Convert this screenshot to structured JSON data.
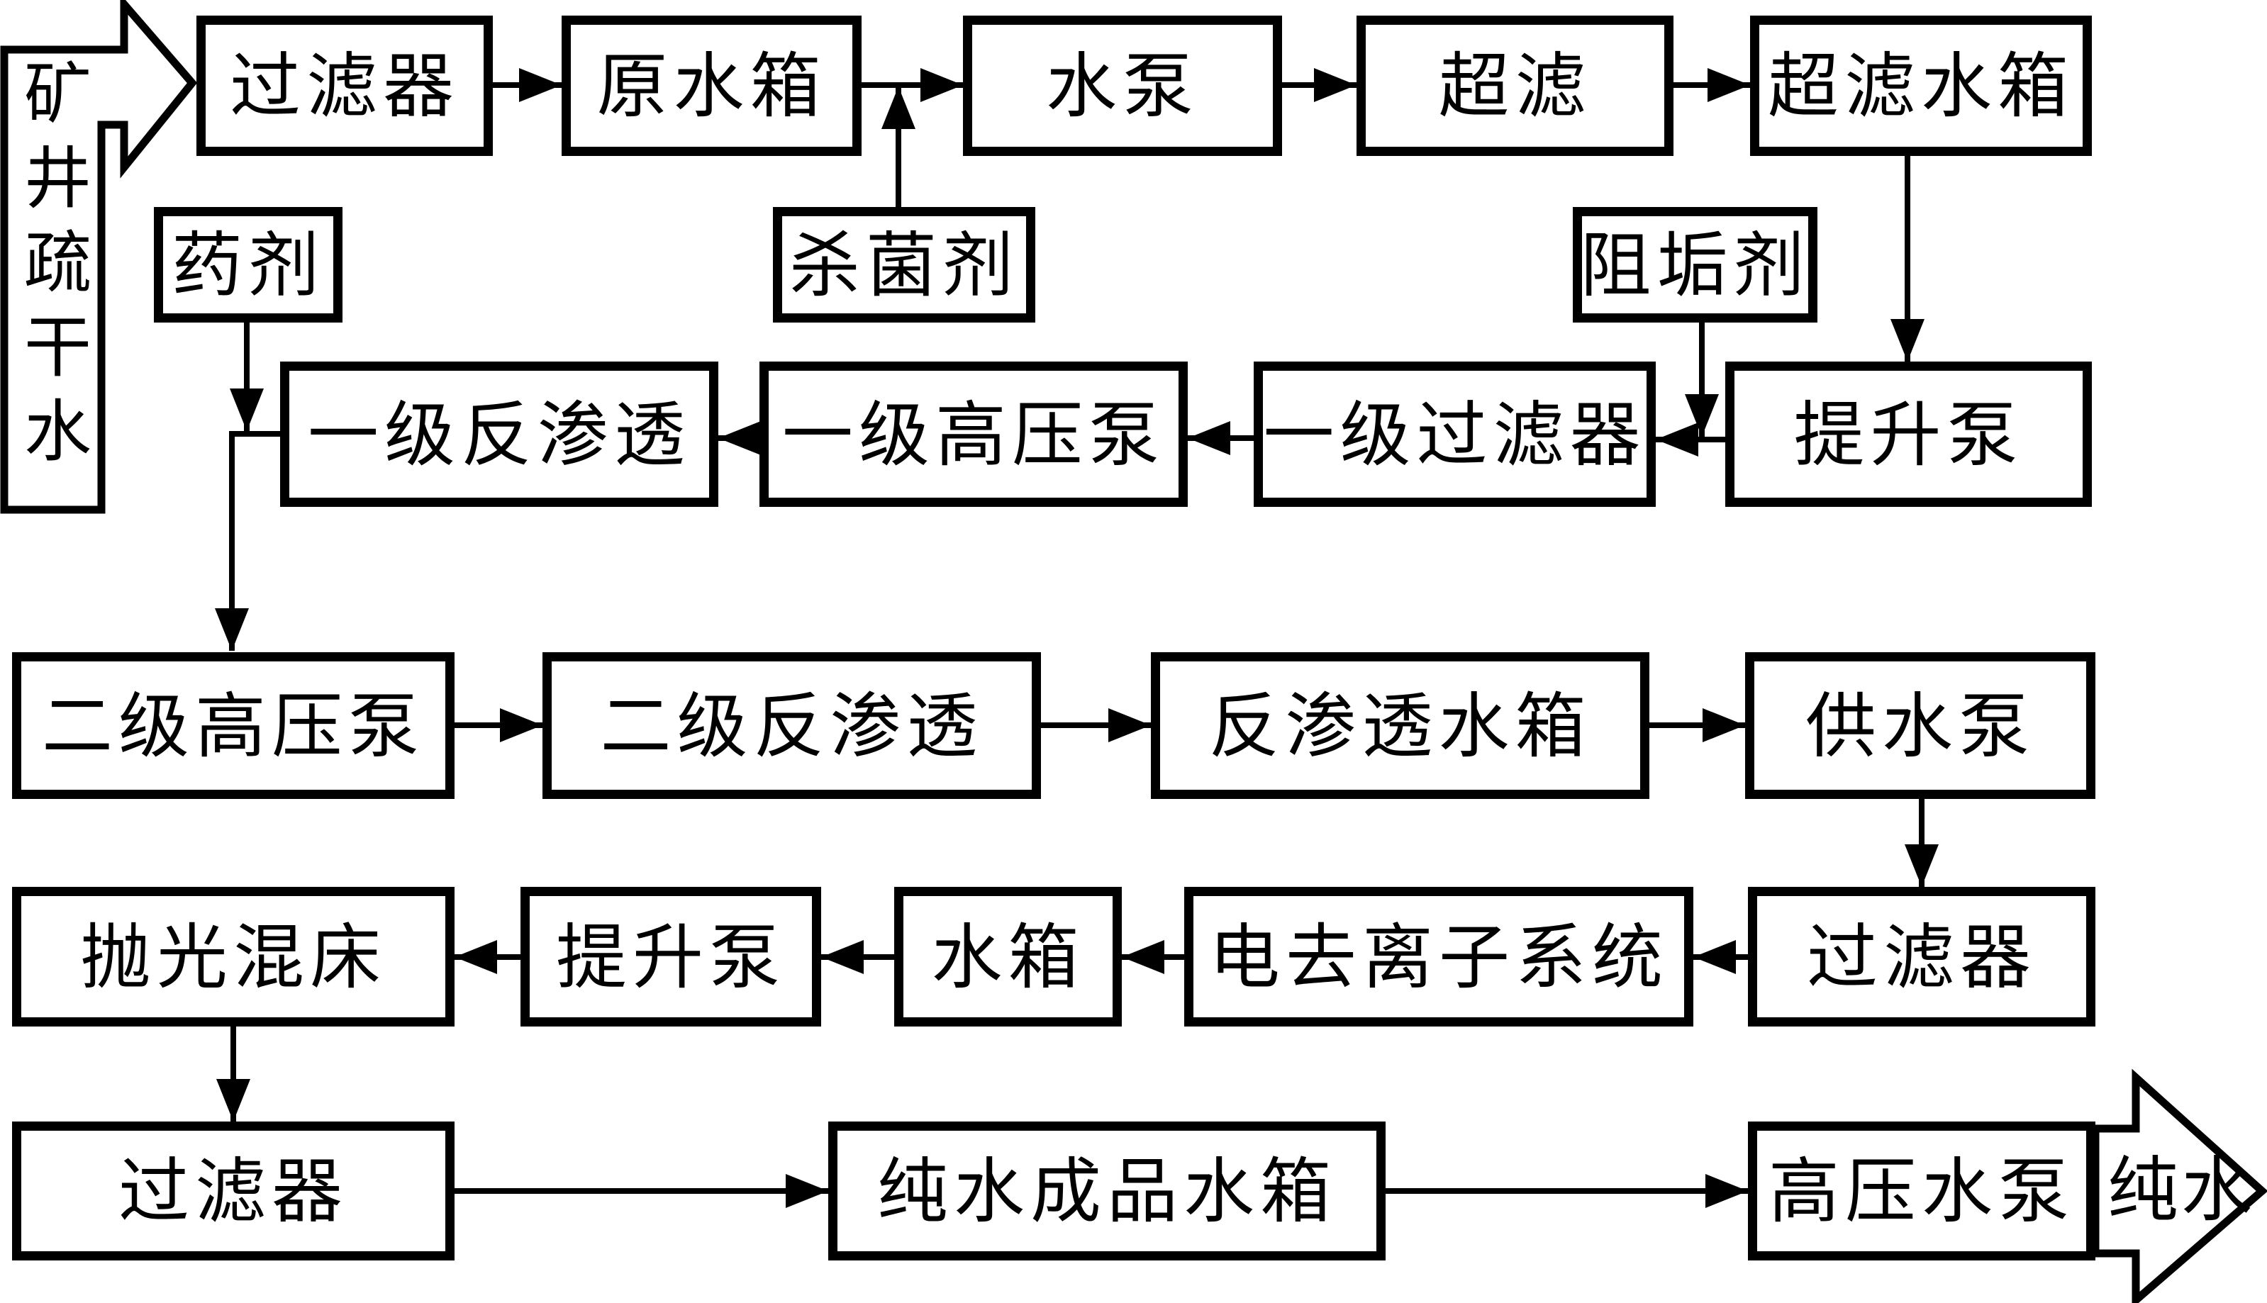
{
  "colors": {
    "line": "#000000",
    "background": "#ffffff"
  },
  "source": {
    "label": "矿井疏干水"
  },
  "output": {
    "label": "纯水"
  },
  "nodes": {
    "filter_pre": {
      "label": "过滤器"
    },
    "raw_water_tank": {
      "label": "原水箱"
    },
    "water_pump": {
      "label": "水泵"
    },
    "ultrafiltration": {
      "label": "超滤"
    },
    "uf_water_tank": {
      "label": "超滤水箱"
    },
    "chemical_agent": {
      "label": "药剂"
    },
    "bactericide": {
      "label": "杀菌剂"
    },
    "antiscalant": {
      "label": "阻垢剂"
    },
    "ro_stage1": {
      "label": "一级反渗透"
    },
    "hp_pump_stage1": {
      "label": "一级高压泵"
    },
    "filter_stage1": {
      "label": "一级过滤器"
    },
    "lift_pump_upper": {
      "label": "提升泵"
    },
    "hp_pump_stage2": {
      "label": "二级高压泵"
    },
    "ro_stage2": {
      "label": "二级反渗透"
    },
    "ro_water_tank": {
      "label": "反渗透水箱"
    },
    "supply_pump": {
      "label": "供水泵"
    },
    "polishing_mixed_bed": {
      "label": "抛光混床"
    },
    "lift_pump_lower": {
      "label": "提升泵"
    },
    "water_tank": {
      "label": "水箱"
    },
    "edi_system": {
      "label": "电去离子系统"
    },
    "filter_mid": {
      "label": "过滤器"
    },
    "filter_final": {
      "label": "过滤器"
    },
    "product_water_tank": {
      "label": "纯水成品水箱"
    },
    "hp_water_pump": {
      "label": "高压水泵"
    }
  },
  "edges": [
    {
      "from": "source",
      "to": "filter_pre",
      "style": "block-arrow"
    },
    {
      "from": "filter_pre",
      "to": "raw_water_tank"
    },
    {
      "from": "raw_water_tank",
      "to": "water_pump"
    },
    {
      "from": "bactericide",
      "to": "line:raw_water_tank-water_pump",
      "direction": "up"
    },
    {
      "from": "water_pump",
      "to": "ultrafiltration"
    },
    {
      "from": "ultrafiltration",
      "to": "uf_water_tank"
    },
    {
      "from": "uf_water_tank",
      "to": "lift_pump_upper",
      "direction": "down"
    },
    {
      "from": "lift_pump_upper",
      "to": "filter_stage1",
      "direction": "left"
    },
    {
      "from": "antiscalant",
      "to": "line:lift_pump_upper-filter_stage1",
      "direction": "down"
    },
    {
      "from": "filter_stage1",
      "to": "hp_pump_stage1",
      "direction": "left"
    },
    {
      "from": "hp_pump_stage1",
      "to": "ro_stage1",
      "direction": "left"
    },
    {
      "from": "ro_stage1",
      "to": "hp_pump_stage2",
      "direction": "left-then-down"
    },
    {
      "from": "chemical_agent",
      "to": "line:ro_stage1-hp_pump_stage2",
      "direction": "down"
    },
    {
      "from": "hp_pump_stage2",
      "to": "ro_stage2"
    },
    {
      "from": "ro_stage2",
      "to": "ro_water_tank"
    },
    {
      "from": "ro_water_tank",
      "to": "supply_pump"
    },
    {
      "from": "supply_pump",
      "to": "filter_mid",
      "direction": "down"
    },
    {
      "from": "filter_mid",
      "to": "edi_system",
      "direction": "left"
    },
    {
      "from": "edi_system",
      "to": "water_tank",
      "direction": "left"
    },
    {
      "from": "water_tank",
      "to": "lift_pump_lower",
      "direction": "left"
    },
    {
      "from": "lift_pump_lower",
      "to": "polishing_mixed_bed",
      "direction": "left"
    },
    {
      "from": "polishing_mixed_bed",
      "to": "filter_final",
      "direction": "down"
    },
    {
      "from": "filter_final",
      "to": "product_water_tank"
    },
    {
      "from": "product_water_tank",
      "to": "hp_water_pump"
    },
    {
      "from": "hp_water_pump",
      "to": "output",
      "style": "block-arrow"
    }
  ]
}
